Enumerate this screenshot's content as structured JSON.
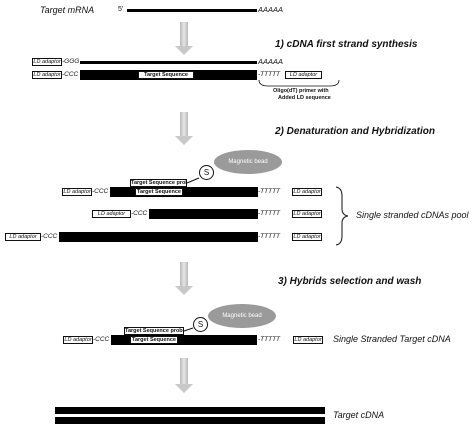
{
  "labels": {
    "target_mrna": "Target mRNA",
    "five_prime": "5'",
    "poly_a": "AAAAA",
    "ggg": "-GGG",
    "ccc": "-CCC",
    "ttttt": "-TTTTT",
    "ld_adaptor": "LD adaptor",
    "target_sequence": "Target Sequence",
    "target_sequence_probe": "Target Sequence probe",
    "magnetic_bead": "Magnetic bead",
    "s": "S",
    "oligo_primer_line1": "Oligo(dT) primer with",
    "oligo_primer_line2": "Added LD sequence",
    "single_stranded_pool": "Single stranded cDNAs pool",
    "single_stranded_target": "Single Stranded Target cDNA",
    "target_cdna": "Target cDNA"
  },
  "steps": {
    "step1": "1) cDNA first strand synthesis",
    "step2": "2) Denaturation and Hybridization",
    "step3": "3) Hybrids selection and wash"
  },
  "colors": {
    "strand": "#000000",
    "bead": "#9a9a9a",
    "arrow": "#c8c8c8"
  }
}
